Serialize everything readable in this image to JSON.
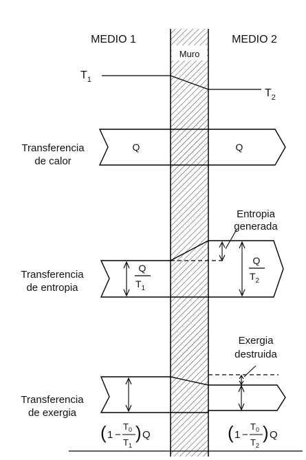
{
  "labels": {
    "medio1": "MEDIO 1",
    "medio2": "MEDIO 2",
    "muro": "Muro",
    "t_symbol": "T",
    "t1_sub": "1",
    "t2_sub": "2",
    "q": "Q",
    "heat_line1": "Transferencia",
    "heat_line2": "de calor",
    "entropy_line1": "Transferencia",
    "entropy_line2": "de entropia",
    "exergy_line1": "Transferencia",
    "exergy_line2": "de exergia",
    "entropy_generated_line1": "Entropia",
    "entropy_generated_line2": "generada",
    "exergy_destroyed_line1": "Exergia",
    "exergy_destroyed_line2": "destruida",
    "one": "1",
    "minus": "−",
    "t0_sub": "0",
    "paren_open": "(",
    "paren_close": ")"
  }
}
